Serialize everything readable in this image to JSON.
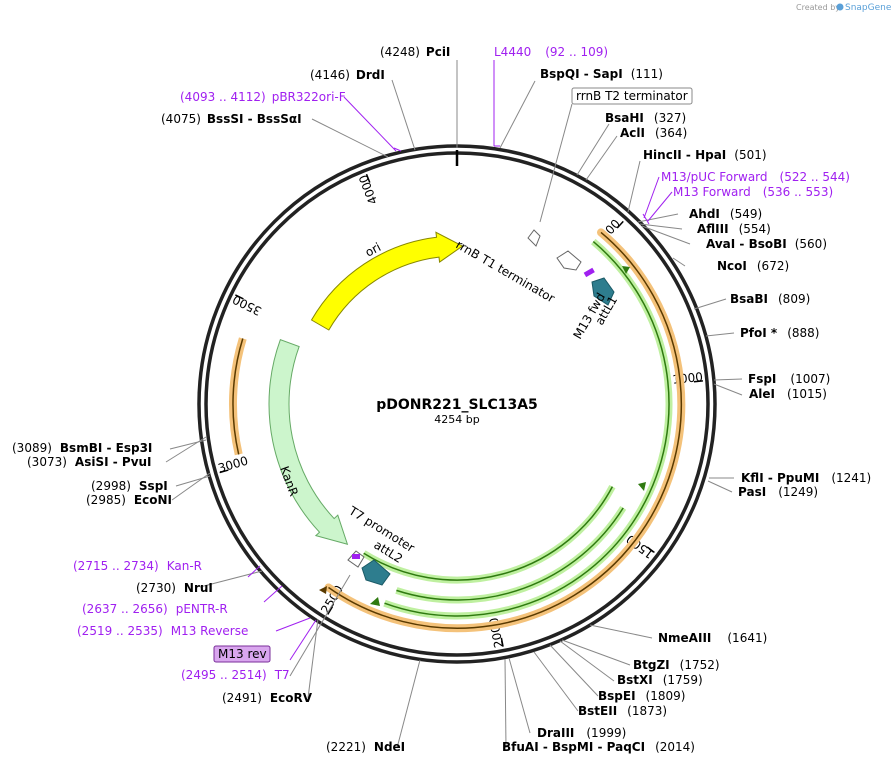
{
  "watermark": {
    "created_by": "Created by",
    "brand": "SnapGene"
  },
  "plasmid": {
    "name": "pDONR221_SLC13A5",
    "size": "4254 bp"
  },
  "ruler_ticks": [
    "500",
    "1000",
    "1500",
    "2000",
    "2500",
    "3000",
    "3500",
    "4000"
  ],
  "features": {
    "ori": "ori",
    "kanr": "KanR",
    "rrnb_t1": "rrnB T1 terminator",
    "rrnb_t2": "rrnB T2 terminator",
    "attl1": "attL1",
    "m13fwd": "M13 fwd",
    "t7promoter": "T7 promoter",
    "attl2": "attL2",
    "m13rev": "M13 rev"
  },
  "enzymes": {
    "pcii": {
      "pos": "(4248)",
      "name": "PciI"
    },
    "drdi": {
      "pos": "(4146)",
      "name": "DrdI"
    },
    "bsssi": {
      "pos": "(4075)",
      "name": "BssSI  -  BssSαI"
    },
    "bspqi": {
      "name": "BspQI  -  SapI",
      "pos": "(111)"
    },
    "bsahi": {
      "name": "BsaHI",
      "pos": "(327)"
    },
    "acli": {
      "name": "AclI",
      "pos": "(364)"
    },
    "hincii": {
      "name": "HincII  -  HpaI",
      "pos": "(501)"
    },
    "ahdi": {
      "name": "AhdI",
      "pos": "(549)"
    },
    "aflii": {
      "name": "AflIII",
      "pos": "(554)"
    },
    "avai": {
      "name": "AvaI  -  BsoBI",
      "pos": "(560)"
    },
    "ncoi": {
      "name": "NcoI",
      "pos": "(672)"
    },
    "bsabi": {
      "name": "BsaBI",
      "pos": "(809)"
    },
    "pfoi": {
      "name": "PfoI *",
      "pos": "(888)"
    },
    "fspi": {
      "name": "FspI",
      "pos": "(1007)"
    },
    "alei": {
      "name": "AleI",
      "pos": "(1015)"
    },
    "kfli": {
      "name": "KflI  -  PpuMI",
      "pos": "(1241)"
    },
    "pasi": {
      "name": "PasI",
      "pos": "(1249)"
    },
    "nmeaiii": {
      "name": "NmeAIII",
      "pos": "(1641)"
    },
    "btgzi": {
      "name": "BtgZI",
      "pos": "(1752)"
    },
    "bstxi": {
      "name": "BstXI",
      "pos": "(1759)"
    },
    "bspei": {
      "name": "BspEI",
      "pos": "(1809)"
    },
    "bsteii": {
      "name": "BstEII",
      "pos": "(1873)"
    },
    "draiii": {
      "name": "DraIII",
      "pos": "(1999)"
    },
    "bfuai": {
      "name": "BfuAI  -  BspMI  -  PaqCI",
      "pos": "(2014)"
    },
    "ndei": {
      "pos": "(2221)",
      "name": "NdeI"
    },
    "ecorv": {
      "pos": "(2491)",
      "name": "EcoRV"
    },
    "nrui": {
      "pos": "(2730)",
      "name": "NruI"
    },
    "econi": {
      "pos": "(2985)",
      "name": "EcoNI"
    },
    "sspi": {
      "pos": "(2998)",
      "name": "SspI"
    },
    "asisi": {
      "pos": "(3073)",
      "name": "AsiSI  -  PvuI"
    },
    "bsmbi": {
      "pos": "(3089)",
      "name": "BsmBI  -  Esp3I"
    }
  },
  "primers": {
    "l4440": {
      "name": "L4440",
      "range": "(92 .. 109)"
    },
    "pbr322": {
      "range": "(4093 .. 4112)",
      "name": "pBR322ori-F"
    },
    "m13puc": {
      "name": "M13/pUC Forward",
      "range": "(522 .. 544)"
    },
    "m13f": {
      "name": "M13 Forward",
      "range": "(536 .. 553)"
    },
    "kanr_p": {
      "range": "(2715 .. 2734)",
      "name": "Kan-R"
    },
    "pentr": {
      "range": "(2637 .. 2656)",
      "name": "pENTR-R"
    },
    "m13rev_p": {
      "range": "(2519 .. 2535)",
      "name": "M13 Reverse"
    },
    "t7_p": {
      "range": "(2495 .. 2514)",
      "name": "T7"
    }
  }
}
